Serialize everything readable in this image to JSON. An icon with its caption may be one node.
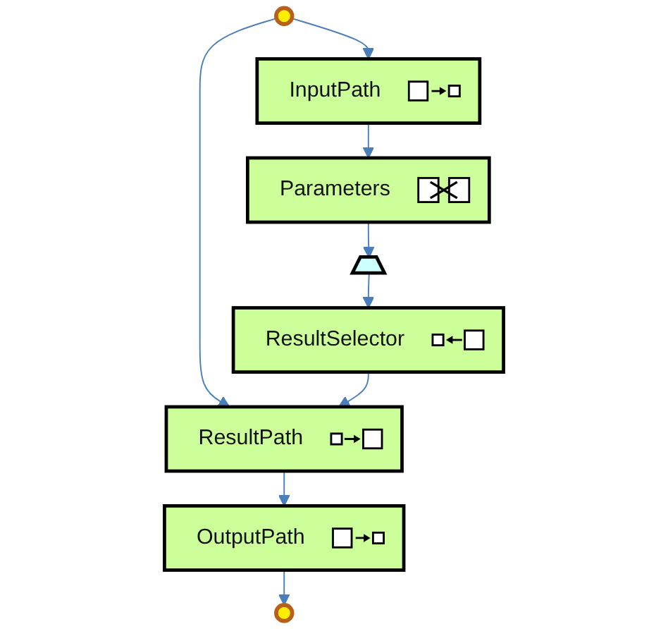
{
  "diagram": {
    "nodes": [
      {
        "text": [],
        "shape": "circle"
      },
      {
        "text": [
          "InputPath"
        ]
      },
      {
        "text": [
          "Parameters"
        ]
      },
      {
        "text": [],
        "shape": "trapezoid"
      },
      {
        "text": [
          "ResultSelector"
        ]
      },
      {
        "text": [
          "ResultPath"
        ]
      },
      {
        "text": [
          "OutputPath"
        ]
      },
      {
        "text": [],
        "shape": "circle"
      }
    ],
    "edges": [
      {
        "from": 0,
        "to": 1,
        "arrow": "to"
      },
      {
        "from": 0,
        "to": 5,
        "arrow": "to"
      },
      {
        "from": 1,
        "to": 2,
        "arrow": "to"
      },
      {
        "from": 2,
        "to": 3,
        "arrow": "to"
      },
      {
        "from": 3,
        "to": 4,
        "arrow": "to"
      },
      {
        "from": 4,
        "to": 5,
        "arrow": "to"
      },
      {
        "from": 5,
        "to": 6,
        "arrow": "to"
      },
      {
        "from": 6,
        "to": 7,
        "arrow": "to"
      }
    ]
  }
}
